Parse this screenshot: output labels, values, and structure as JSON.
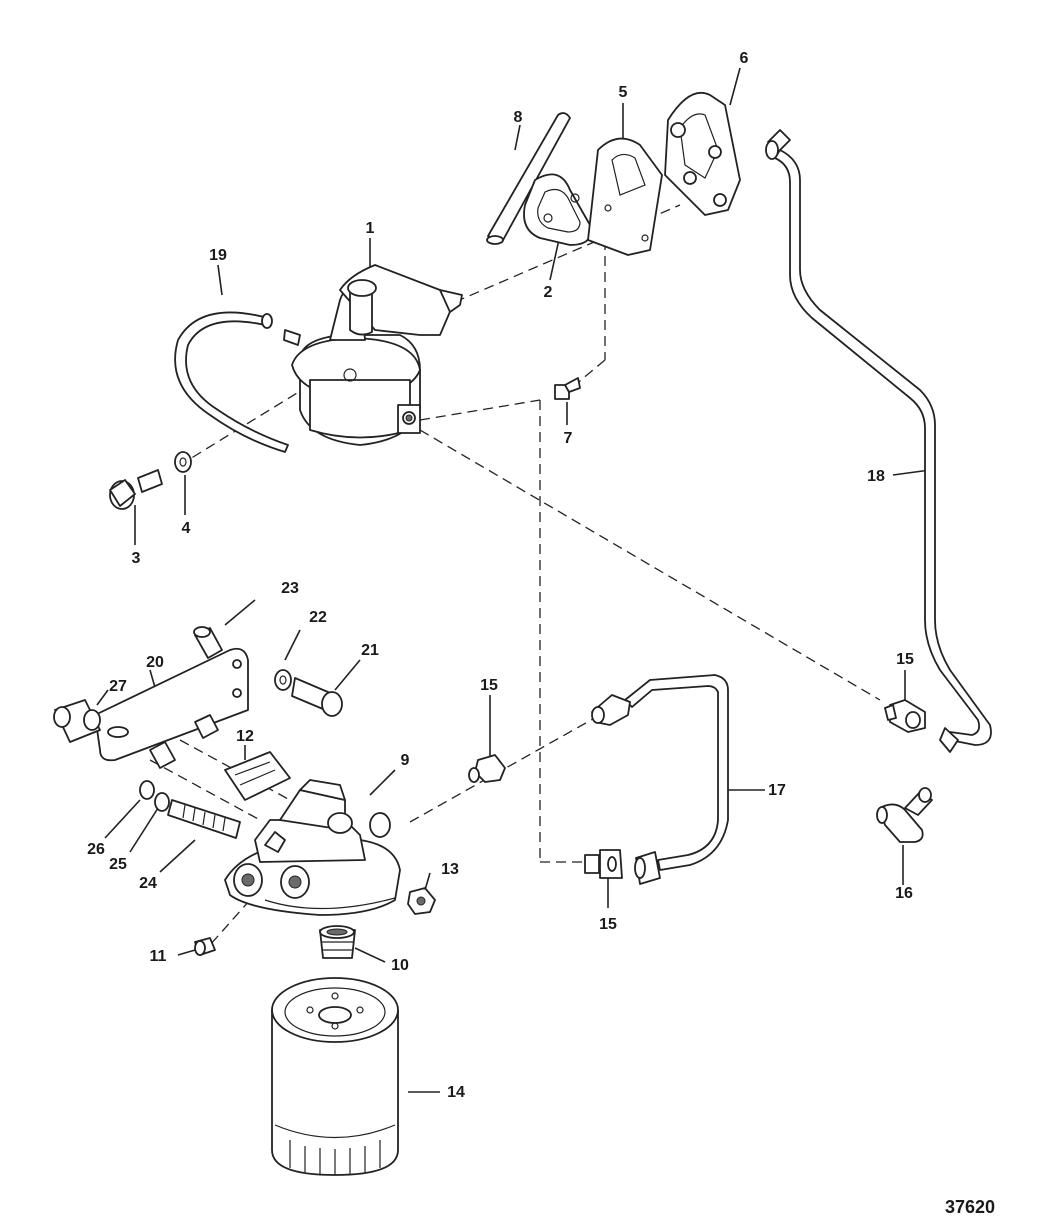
{
  "callouts": {
    "c1": "1",
    "c2": "2",
    "c3": "3",
    "c4": "4",
    "c5": "5",
    "c6": "6",
    "c7": "7",
    "c8": "8",
    "c9": "9",
    "c10": "10",
    "c11": "11",
    "c12": "12",
    "c13": "13",
    "c14": "14",
    "c15a": "15",
    "c15b": "15",
    "c15c": "15",
    "c16": "16",
    "c17": "17",
    "c18": "18",
    "c19": "19",
    "c20": "20",
    "c21": "21",
    "c22": "22",
    "c23": "23",
    "c24": "24",
    "c25": "25",
    "c26": "26",
    "c27": "27"
  },
  "figure_number": "37620"
}
